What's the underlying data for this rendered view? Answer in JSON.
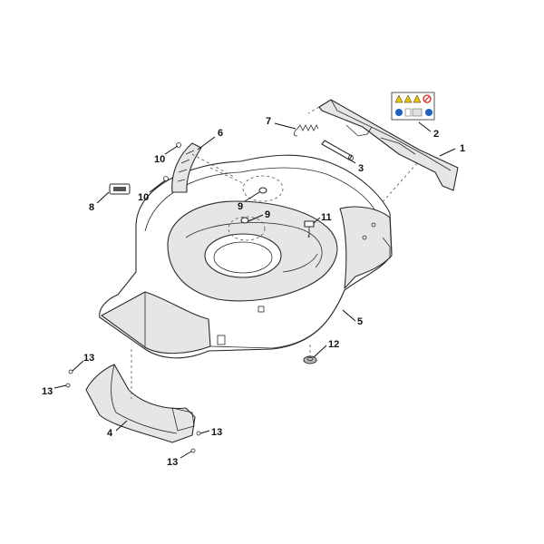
{
  "callouts": [
    "1",
    "2",
    "3",
    "4",
    "5",
    "6",
    "7",
    "8",
    "9",
    "10",
    "11",
    "12",
    "13"
  ],
  "labels": {
    "c1": "1",
    "c2": "2",
    "c3": "3",
    "c4": "4",
    "c5": "5",
    "c6": "6",
    "c7": "7",
    "c8": "8",
    "c9a": "9",
    "c9b": "9",
    "c10a": "10",
    "c10b": "10",
    "c11": "11",
    "c12": "12",
    "c13a": "13",
    "c13b": "13",
    "c13c": "13",
    "c13d": "13"
  },
  "colors": {
    "line": "#2a2a2a",
    "shade": "#e6e6e6",
    "warning_yellow": "#f2c200",
    "mandatory_blue": "#1f5fbf",
    "prohibition_red": "#d0281d"
  },
  "icons": [
    "warning-triangle-icon",
    "mandatory-blue-circle-icon",
    "prohibition-icon"
  ]
}
